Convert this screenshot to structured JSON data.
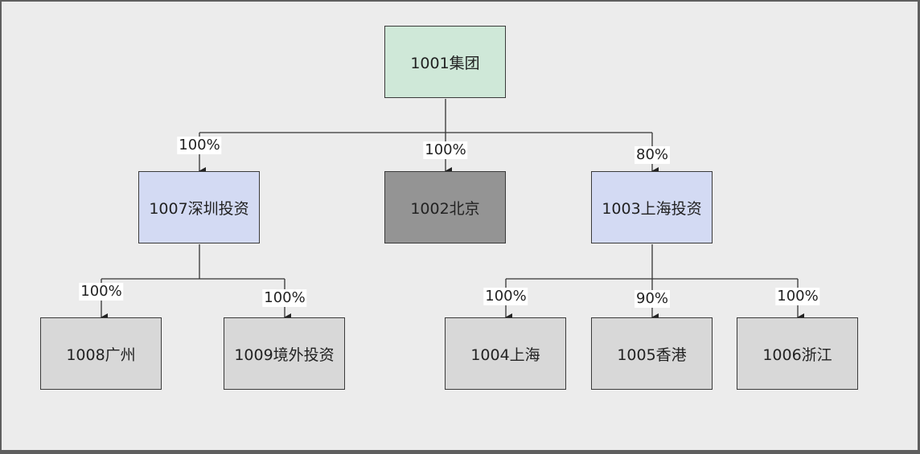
{
  "diagram": {
    "title": "",
    "nodes": {
      "n1001": "1001集团",
      "n1007": "1007深圳投资",
      "n1002": "1002北京",
      "n1003": "1003上海投资",
      "n1008": "1008广州",
      "n1009": "1009境外投资",
      "n1004": "1004上海",
      "n1005": "1005香港",
      "n1006": "1006浙江"
    },
    "edges": [
      {
        "from": "1001集团",
        "to": "1007深圳投资",
        "label": "100%"
      },
      {
        "from": "1001集团",
        "to": "1002北京",
        "label": "100%"
      },
      {
        "from": "1001集团",
        "to": "1003上海投资",
        "label": "80%"
      },
      {
        "from": "1007深圳投资",
        "to": "1008广州",
        "label": "100%"
      },
      {
        "from": "1007深圳投资",
        "to": "1009境外投资",
        "label": "100%"
      },
      {
        "from": "1003上海投资",
        "to": "1004上海",
        "label": "100%"
      },
      {
        "from": "1003上海投资",
        "to": "1005香港",
        "label": "90%"
      },
      {
        "from": "1003上海投资",
        "to": "1006浙江",
        "label": "100%"
      }
    ],
    "colors": {
      "root": "#cfe8d8",
      "level1_investment": "#d3daf3",
      "level1_dark": "#949494",
      "level2": "#d8d8d8",
      "background": "#ececec"
    }
  }
}
